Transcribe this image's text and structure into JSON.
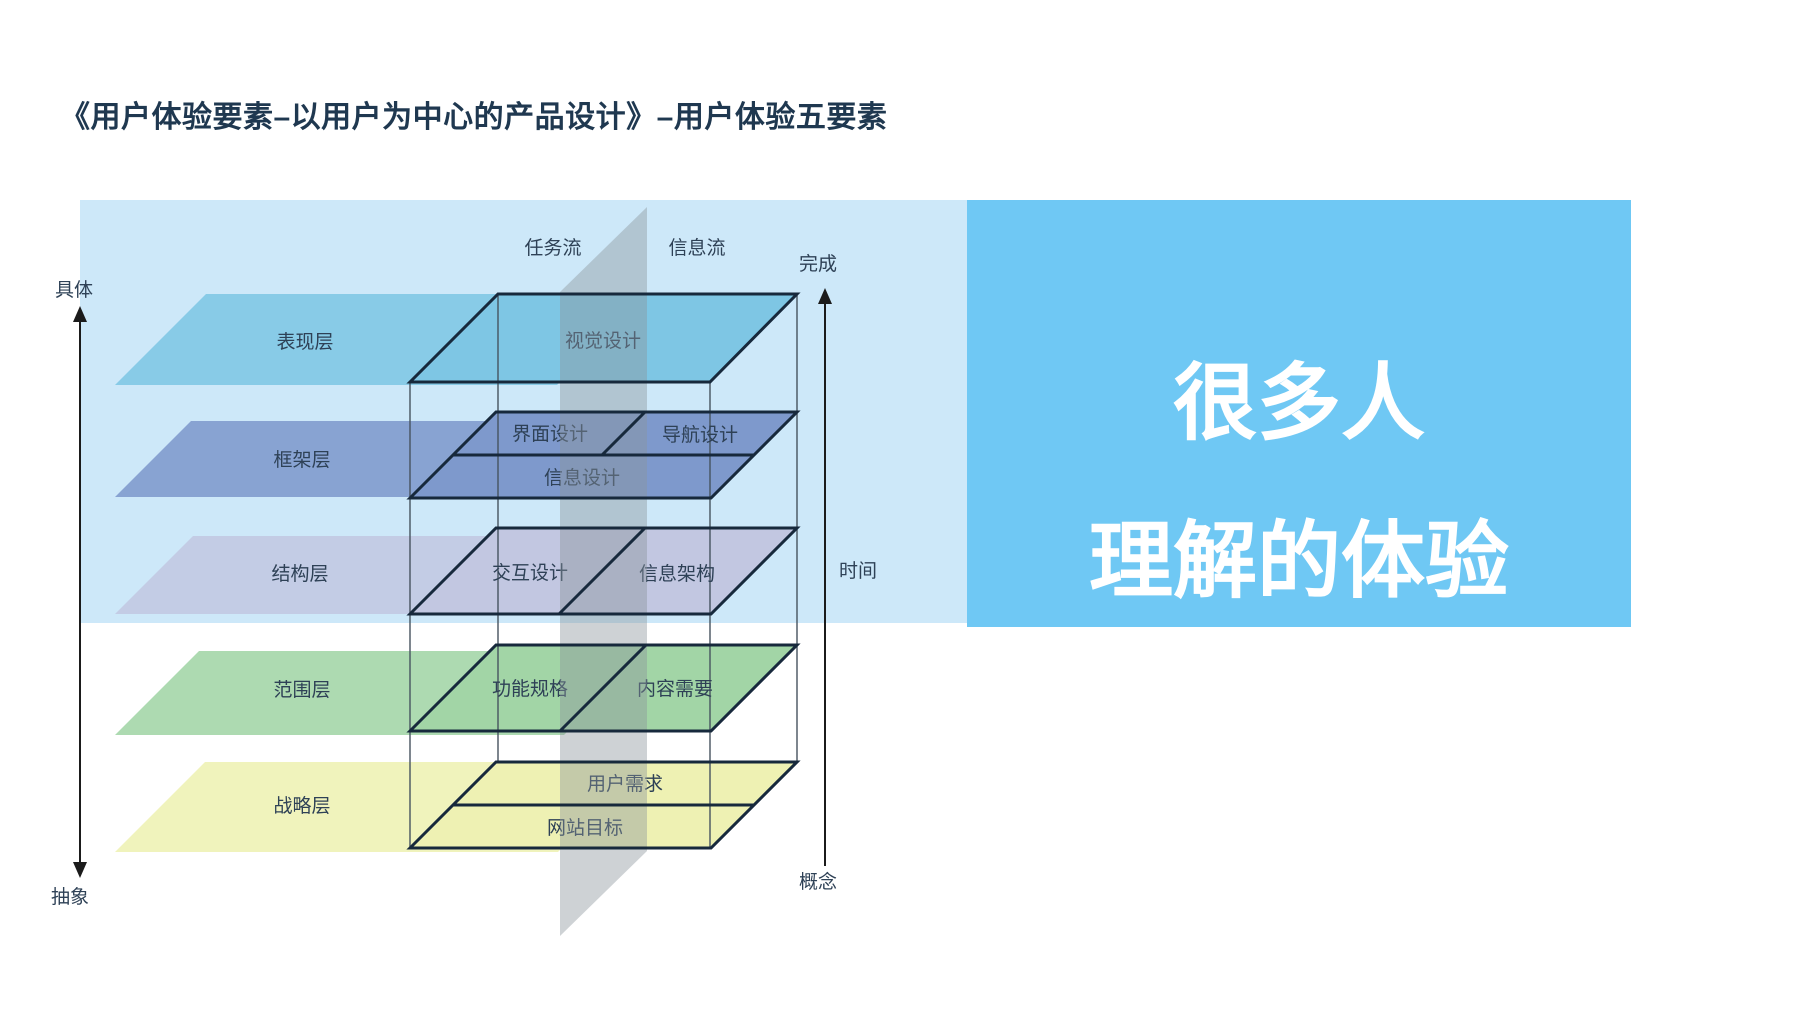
{
  "page": {
    "title": "《用户体验要素–以用户为中心的产品设计》–用户体验五要素"
  },
  "diagram": {
    "flows": {
      "task": "任务流",
      "info": "信息流"
    },
    "axis_left": {
      "top": "具体",
      "bottom": "抽象"
    },
    "axis_right": {
      "top": "完成",
      "middle": "时间",
      "bottom": "概念"
    },
    "layers": [
      {
        "name": "表现层",
        "color": "#7EC6E4",
        "cells": [
          "视觉设计"
        ]
      },
      {
        "name": "框架层",
        "color": "#7E99CC",
        "cells": [
          "界面设计",
          "导航设计",
          "信息设计"
        ]
      },
      {
        "name": "结构层",
        "color": "#C2C7E1",
        "cells": [
          "交互设计",
          "信息架构"
        ]
      },
      {
        "name": "范围层",
        "color": "#A2D5A6",
        "cells": [
          "功能规格",
          "内容需要"
        ]
      },
      {
        "name": "战略层",
        "color": "#EEF1B3",
        "cells": [
          "用户需求",
          "网站目标"
        ]
      }
    ]
  },
  "callout": {
    "line1": "很多人",
    "line2": "理解的体验",
    "bg_color": "#6FC8F4"
  },
  "colors": {
    "panel_light": "#CDE8F9",
    "callout": "#6FC8F4",
    "outline": "#17293C",
    "plane": "#8B949B",
    "title_text": "#1F3850",
    "label_text": "#2E4156"
  }
}
